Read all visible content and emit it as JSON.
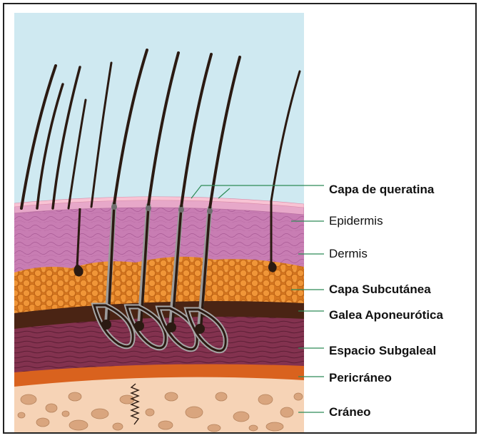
{
  "labels": {
    "keratin": "Capa de queratina",
    "epidermis": "Epidermis",
    "dermis": "Dermis",
    "subcutaneous": "Capa Subcutánea",
    "galea": "Galea Aponeurótica",
    "subgaleal": "Espacio Subgaleal",
    "pericranium": "Pericráneo",
    "skull": "Cráneo"
  },
  "colors": {
    "sky": "#cfe9f1",
    "keratin": "#f2b5c8",
    "epidermis": "#e7a8c9",
    "dermis": "#c57ab0",
    "fat": "#e6892a",
    "galea": "#4a2414",
    "subgaleal": "#7a2c45",
    "pericranium": "#d9621e",
    "skull": "#f6d3b6",
    "bone_cell": "#d9a57e",
    "hair": "#2b1a12",
    "leader": "#2e8b57"
  }
}
